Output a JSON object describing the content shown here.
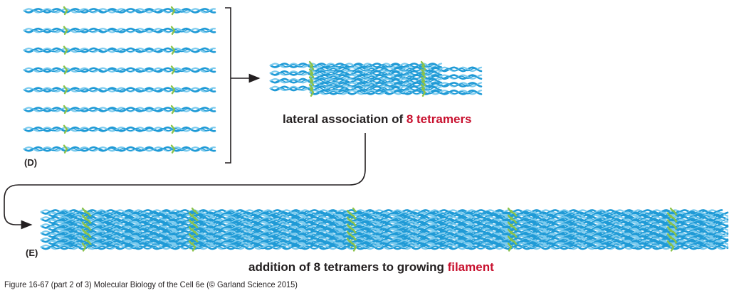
{
  "colors": {
    "strand_dark": "#1f9ad6",
    "strand_light": "#7ccbee",
    "linker_green": "#8bc34a",
    "arrow": "#231f20",
    "highlight_red": "#c8102e"
  },
  "panel_d": {
    "label": "(D)",
    "tetramer_count": 8
  },
  "lateral_association": {
    "caption_prefix": "lateral association of ",
    "caption_highlight": "8 tetramers"
  },
  "panel_e": {
    "label": "(E)",
    "caption_prefix": "addition of 8 tetramers to growing ",
    "caption_highlight": "filament"
  },
  "footer": {
    "figure_caption": "Figure 16-67 (part 2 of 3)  Molecular Biology of the Cell 6e (© Garland Science 2015)"
  }
}
